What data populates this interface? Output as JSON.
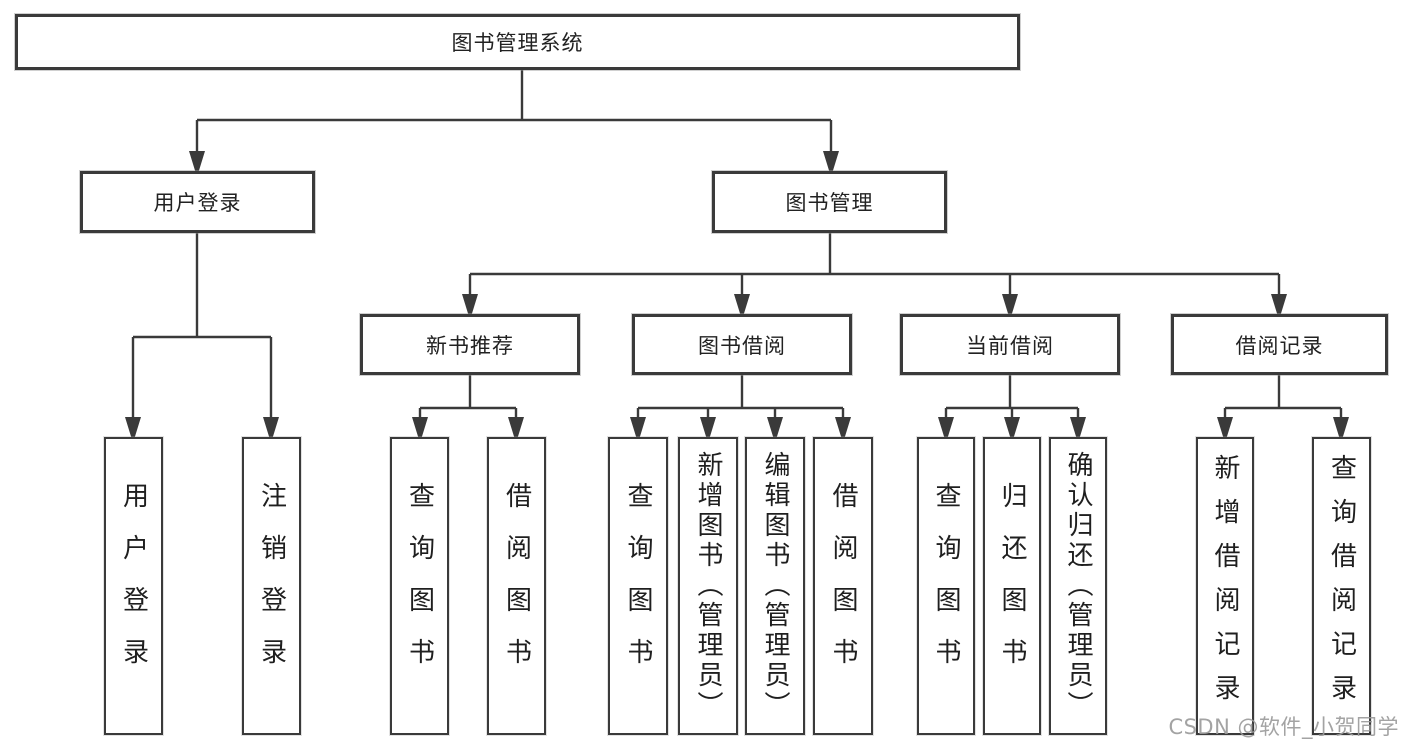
{
  "diagram": {
    "watermark": "CSDN @软件_小贺同学",
    "colors": {
      "background": "#ffffff",
      "line": "#3a3a3a",
      "box_border": "#3a3a3a",
      "text": "#1f1f1f",
      "watermark": "#9b9b9b"
    }
  },
  "tree": {
    "root": {
      "label": "图书管理系统"
    },
    "branches": [
      {
        "label": "用户登录",
        "children": [
          {
            "label": "用户登录"
          },
          {
            "label": "注销登录"
          }
        ]
      },
      {
        "label": "图书管理",
        "children": [
          {
            "label": "新书推荐",
            "children": [
              {
                "label": "查询图书"
              },
              {
                "label": "借阅图书"
              }
            ]
          },
          {
            "label": "图书借阅",
            "children": [
              {
                "label": "查询图书"
              },
              {
                "label": "新增图书（管理员）"
              },
              {
                "label": "编辑图书（管理员）"
              },
              {
                "label": "借阅图书"
              }
            ]
          },
          {
            "label": "当前借阅",
            "children": [
              {
                "label": "查询图书"
              },
              {
                "label": "归还图书"
              },
              {
                "label": "确认归还（管理员）"
              }
            ]
          },
          {
            "label": "借阅记录",
            "children": [
              {
                "label": "新增借阅记录"
              },
              {
                "label": "查询借阅记录"
              }
            ]
          }
        ]
      }
    ]
  }
}
